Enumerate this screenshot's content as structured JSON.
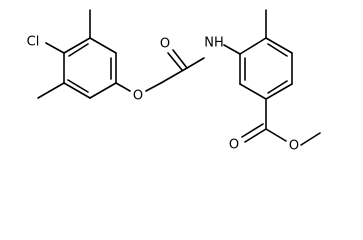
{
  "molecule": {
    "atoms": {
      "cl": "Cl",
      "ether_o": "O",
      "carbonyl_o": "O",
      "nh": "NH",
      "ester_o_double": "O",
      "ester_o_single": "O"
    }
  }
}
